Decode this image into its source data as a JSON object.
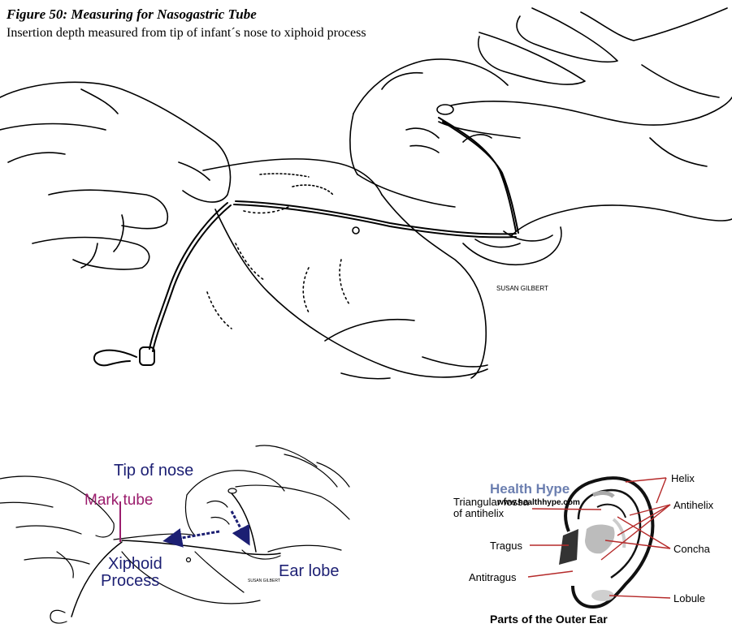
{
  "figure": {
    "title": "Figure 50: Measuring for Nasogastric Tube",
    "subtitle": "Insertion depth measured from tip of  infant´s nose to xiphoid process",
    "artist_credit": "SUSAN GILBERT"
  },
  "small_illustration": {
    "artist_credit": "SUSAN GILBERT",
    "labels": {
      "tip_of_nose": "Tip of nose",
      "mark_tube": "Mark tube",
      "xiphoid": "Xiphoid",
      "process": "Process",
      "ear_lobe": "Ear lobe"
    },
    "colors": {
      "navy": "#1c1f73",
      "magenta": "#9b1d6d"
    }
  },
  "ear_diagram": {
    "brand": "Health Hype",
    "url": "www.healthhype.com",
    "title": "Parts of the Outer Ear",
    "labels": {
      "helix": "Helix",
      "triangular_fossa_1": "Triangular fossa",
      "triangular_fossa_2": "of antihelix",
      "antihelix": "Antihelix",
      "tragus": "Tragus",
      "concha": "Concha",
      "antitragus": "Antitragus",
      "lobule": "Lobule"
    },
    "colors": {
      "brand": "#6c7fb0",
      "leader": "#b52a2a"
    }
  }
}
